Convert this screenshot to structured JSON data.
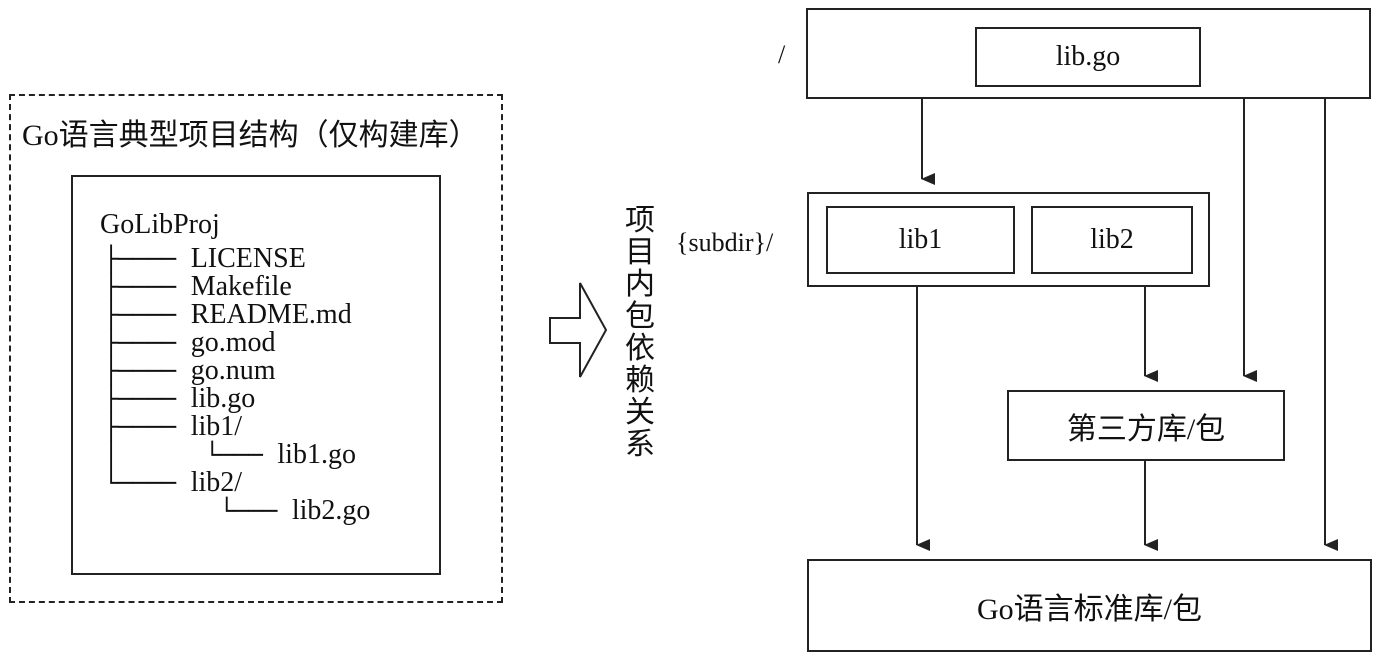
{
  "left_panel": {
    "title": "Go语言典型项目结构（仅构建库）",
    "tree_root": "GoLibProj",
    "tree_items": [
      {
        "prefix": "├──── ",
        "name": "LICENSE"
      },
      {
        "prefix": "├──── ",
        "name": "Makefile"
      },
      {
        "prefix": "├──── ",
        "name": "README.md"
      },
      {
        "prefix": "├──── ",
        "name": "go.mod"
      },
      {
        "prefix": "├──── ",
        "name": "go.num"
      },
      {
        "prefix": "├──── ",
        "name": "lib.go"
      },
      {
        "prefix": "├──── ",
        "name": "lib1/"
      },
      {
        "prefix": "│      └─── ",
        "name": "lib1.go"
      },
      {
        "prefix": "└──── ",
        "name": "lib2/"
      },
      {
        "prefix": "        └─── ",
        "name": "lib2.go"
      }
    ]
  },
  "middle": {
    "vertical_label": "项目内包依赖关系"
  },
  "right_panel": {
    "root_dir_label": "/",
    "subdir_label": "{subdir}/",
    "root_file": "lib.go",
    "lib1": "lib1",
    "lib2": "lib2",
    "third_party": "第三方库/包",
    "std_lib": "Go语言标准库/包"
  }
}
